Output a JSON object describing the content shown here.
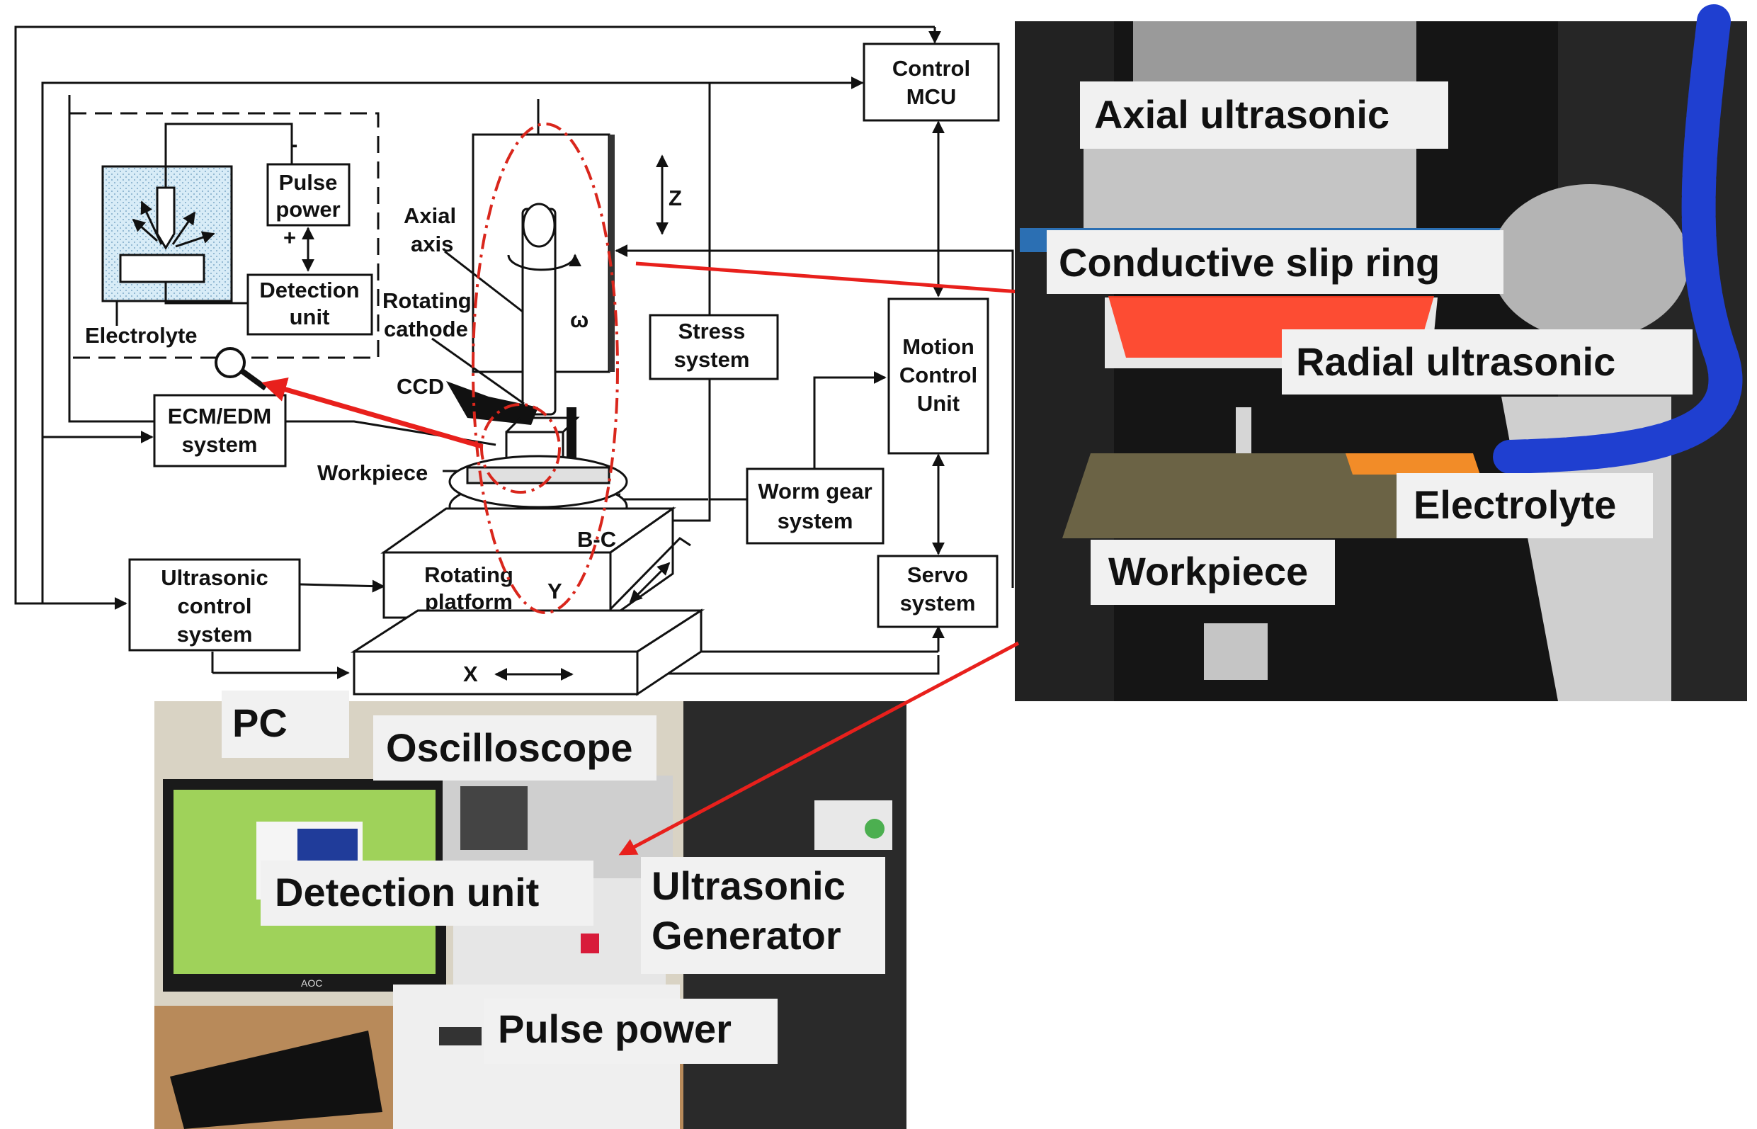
{
  "diagram": {
    "control_mcu": [
      "Control",
      "MCU"
    ],
    "pulse_power": [
      "Pulse",
      "power"
    ],
    "detection_unit": [
      "Detection",
      "unit"
    ],
    "electrolyte": "Electrolyte",
    "minus_sign": "-",
    "plus_sign": "+",
    "axial_axis": [
      "Axial",
      "axis"
    ],
    "rotating_cathode": [
      "Rotating",
      "cathode"
    ],
    "z_axis": "Z",
    "omega": "ω",
    "stress_system": [
      "Stress",
      "system"
    ],
    "motion_control": [
      "Motion",
      "Control",
      "Unit"
    ],
    "ccd": "CCD",
    "ecm_edm": [
      "ECM/EDM",
      "system"
    ],
    "workpiece": "Workpiece",
    "worm_gear": [
      "Worm gear",
      "system"
    ],
    "b_c": "B-C",
    "ultrasonic_control": [
      "Ultrasonic",
      "control",
      "system"
    ],
    "rotating_platform": [
      "Rotating",
      "platform"
    ],
    "y_axis": "Y",
    "servo_system": [
      "Servo",
      "system"
    ],
    "x_axis": "X"
  },
  "photo_machine": {
    "axial_ultrasonic": "Axial ultrasonic",
    "conductive_slip_ring": "Conductive slip ring",
    "radial_ultrasonic": "Radial ultrasonic",
    "electrolyte": "Electrolyte",
    "workpiece": "Workpiece"
  },
  "photo_bench": {
    "pc": "PC",
    "oscilloscope": "Oscilloscope",
    "detection_unit": "Detection unit",
    "ultrasonic_generator": [
      "Ultrasonic",
      "Generator"
    ],
    "pulse_power": "Pulse power",
    "monitor_brand": "AOC"
  },
  "colors": {
    "arrow_red": "#e8201c",
    "dashdot_red": "#d9261c",
    "tank_blue": "#d8ecf7"
  }
}
